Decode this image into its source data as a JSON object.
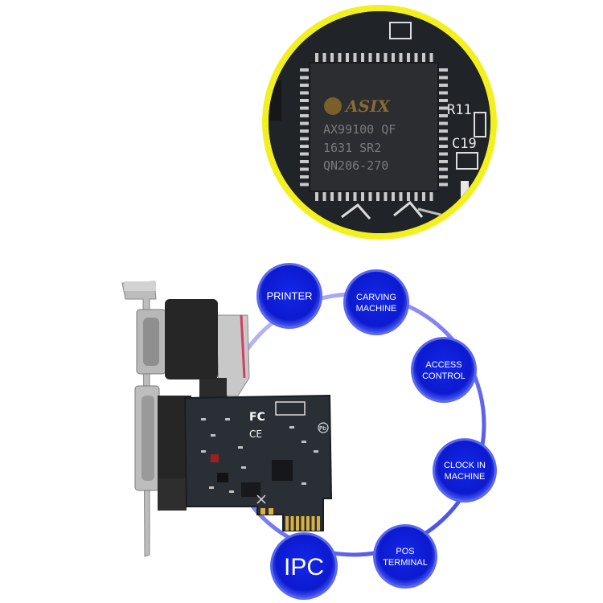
{
  "chip_zoom": {
    "brand": "ASIX",
    "lines": [
      "AX99100 QF",
      "1631  SR2",
      "QN206-270"
    ],
    "side_labels": [
      "R11",
      "C19"
    ]
  },
  "board": {
    "fcc_mark": "FC",
    "ce_mark": "CE",
    "pb_mark": "Pb"
  },
  "applications": [
    {
      "id": "printer",
      "lines": [
        "PRINTER"
      ]
    },
    {
      "id": "carving-machine",
      "lines": [
        "CARVING",
        "MACHINE"
      ]
    },
    {
      "id": "access-control",
      "lines": [
        "ACCESS",
        "CONTROL"
      ]
    },
    {
      "id": "clock-in-machine",
      "lines": [
        "CLOCK IN",
        "MACHINE"
      ]
    },
    {
      "id": "pos-terminal",
      "lines": [
        "POS",
        "TERMINAL"
      ]
    },
    {
      "id": "ipc",
      "lines": [
        "IPC"
      ]
    }
  ],
  "colors": {
    "zoom_ring": "#f3f020",
    "bubble_fill": "#1020d8",
    "bubble_edge": "#5a68f0",
    "ring": "#8a8cf0",
    "pcb": "#2a2f36"
  }
}
